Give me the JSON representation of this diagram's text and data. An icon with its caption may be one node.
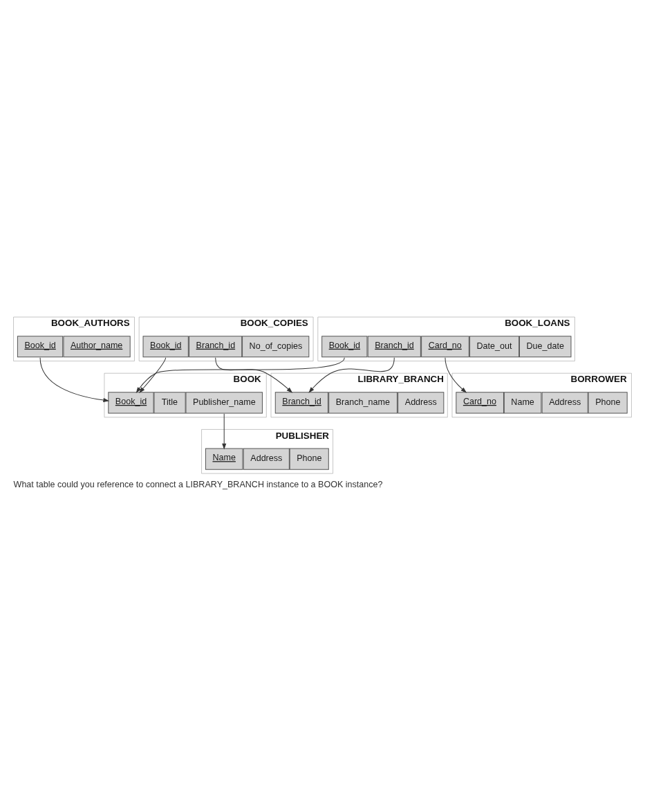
{
  "diagram": {
    "caption": "What table could you reference to connect a LIBRARY_BRANCH instance to a BOOK instance?",
    "nodes": [
      {
        "text": [
          "BOOK"
        ]
      },
      {
        "text": [
          "Book_id"
        ],
        "in": 0
      },
      {
        "text": [
          "Title"
        ],
        "in": 0
      },
      {
        "text": [
          "Publisher_name"
        ],
        "in": 0
      },
      {
        "text": [
          "BOOK_AUTHORS"
        ]
      },
      {
        "text": [
          "Book_id"
        ],
        "in": 4
      },
      {
        "text": [
          "Author_name"
        ],
        "in": 4
      },
      {
        "text": [
          "PUBLISHER"
        ]
      },
      {
        "text": [
          "Name"
        ],
        "in": 7
      },
      {
        "text": [
          "Address"
        ],
        "in": 7
      },
      {
        "text": [
          "Phone"
        ],
        "in": 7
      },
      {
        "text": [
          "BOOK_COPIES"
        ]
      },
      {
        "text": [
          "Book_id"
        ],
        "in": 11
      },
      {
        "text": [
          "Branch_id"
        ],
        "in": 11
      },
      {
        "text": [
          "No_of_copies"
        ],
        "in": 11
      },
      {
        "text": [
          "BOOK_LOANS"
        ]
      },
      {
        "text": [
          "Book_id"
        ],
        "in": 15
      },
      {
        "text": [
          "Branch_id"
        ],
        "in": 15
      },
      {
        "text": [
          "Card_no"
        ],
        "in": 15
      },
      {
        "text": [
          "Date_out"
        ],
        "in": 15
      },
      {
        "text": [
          "Due_date"
        ],
        "in": 15
      },
      {
        "text": [
          "LIBRARY_BRANCH"
        ]
      },
      {
        "text": [
          "Branch_id"
        ],
        "in": 21
      },
      {
        "text": [
          "Branch_name"
        ],
        "in": 21
      },
      {
        "text": [
          "Address"
        ],
        "in": 21
      },
      {
        "text": [
          "BORROWER"
        ]
      },
      {
        "text": [
          "Card_no"
        ],
        "in": 25
      },
      {
        "text": [
          "Name"
        ],
        "in": 25
      },
      {
        "text": [
          "Address"
        ],
        "in": 25
      },
      {
        "text": [
          "Phone"
        ],
        "in": 25
      }
    ],
    "edges": [
      {
        "from": 5,
        "to": 1,
        "arrow": "to"
      },
      {
        "from": 3,
        "to": 8,
        "arrow": "to"
      },
      {
        "from": 12,
        "to": 1,
        "arrow": "to"
      },
      {
        "from": 16,
        "to": 1,
        "arrow": "to"
      },
      {
        "from": 13,
        "to": 22,
        "arrow": "to"
      },
      {
        "from": 17,
        "to": 22,
        "arrow": "to"
      },
      {
        "from": 18,
        "to": 26,
        "arrow": "to"
      }
    ]
  }
}
